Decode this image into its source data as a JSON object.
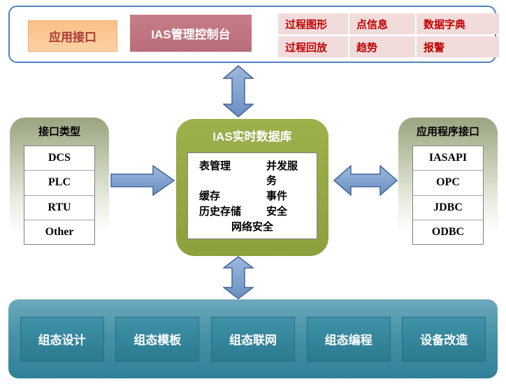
{
  "top_panel": {
    "app_interface": "应用接口",
    "console": "IAS管理控制台",
    "functions": {
      "row1": [
        "过程图形",
        "点信息",
        "数据字典"
      ],
      "row2": [
        "过程回放",
        "趋势",
        "报警"
      ]
    }
  },
  "interface_types": {
    "title": "接口类型",
    "items": [
      "DCS",
      "PLC",
      "RTU",
      "Other"
    ]
  },
  "database": {
    "title": "IAS实时数据库",
    "rows": [
      {
        "left": "表管理",
        "right": "并发服务"
      },
      {
        "left": "缓存",
        "right": "事件"
      },
      {
        "left": "历史存储",
        "right": "安全"
      }
    ],
    "bottom": "网络安全"
  },
  "api_panel": {
    "title": "应用程序接口",
    "items": [
      "IASAPI",
      "OPC",
      "JDBC",
      "ODBC"
    ]
  },
  "bottom_panel": {
    "items": [
      "组态设计",
      "组态模板",
      "组态联网",
      "组态编程",
      "设备改造"
    ]
  },
  "colors": {
    "border_blue": "#4f81bd",
    "arrow_blue": "#7fa1d0",
    "arrow_outline": "#44659b",
    "orange_box": "#fbbf86",
    "rose_box": "#c0737c",
    "pink_grid": "#f2dcdb",
    "red_text": "#c00000",
    "olive_green": "#93a747",
    "teal": "#31849b"
  }
}
